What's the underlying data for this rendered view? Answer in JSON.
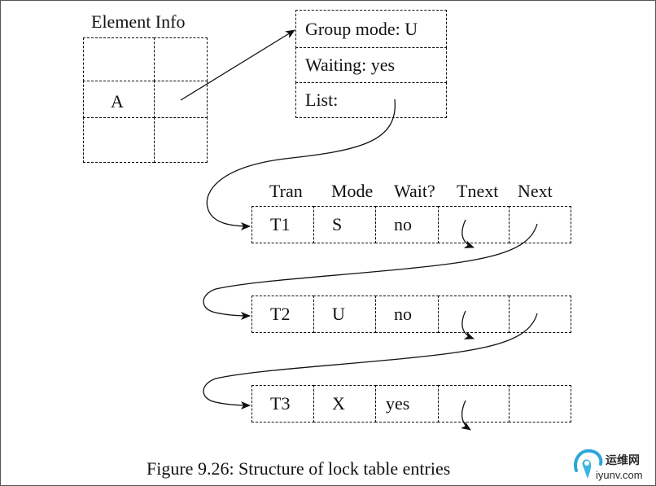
{
  "element_info": {
    "title": "Element Info",
    "key": "A"
  },
  "lock_header": {
    "group_mode": "Group mode: U",
    "waiting": "Waiting: yes",
    "list": "List:"
  },
  "columns": [
    "Tran",
    "Mode",
    "Wait?",
    "Tnext",
    "Next"
  ],
  "rows": [
    {
      "tran": "T1",
      "mode": "S",
      "wait": "no"
    },
    {
      "tran": "T2",
      "mode": "U",
      "wait": "no"
    },
    {
      "tran": "T3",
      "mode": "X",
      "wait": "yes"
    }
  ],
  "caption": "Figure 9.26: Structure of lock table entries",
  "watermark": {
    "brand": "运维网",
    "domain": "iyunv.com"
  }
}
